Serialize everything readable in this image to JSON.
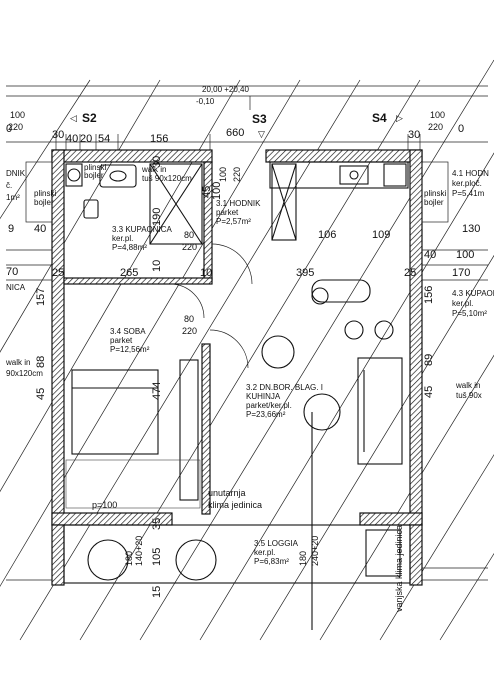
{
  "top_note": {
    "line1": "20,00 +20,40",
    "line2": "-0,10"
  },
  "sections": {
    "s2": "S2",
    "s3": "S3",
    "s4": "S4"
  },
  "doors": {
    "top_left_w": "100",
    "top_left_h": "220",
    "top_right_w": "100",
    "top_right_h": "220",
    "hodnik_w": "100",
    "hodnik_h": "220",
    "soba_w": "80",
    "soba_h": "220",
    "kup_w": "80",
    "kup_h": "220"
  },
  "dimensions": {
    "top_30_left": "30",
    "top_40": "40",
    "top_20": "20",
    "top_54": "54",
    "top_156": "156",
    "top_660": "660",
    "top_30_right": "30",
    "kitchen_106": "106",
    "kitchen_109": "109",
    "v_30": "30",
    "v_45": "45",
    "v_100": "100",
    "v_190": "190",
    "v_10": "10",
    "v_25_left": "25",
    "v_157": "157",
    "v_88": "88",
    "v_45_b": "45",
    "v_474": "474",
    "v_35": "35",
    "v_105": "105",
    "v_15": "15",
    "mid_265": "265",
    "mid_10": "10",
    "mid_395": "395",
    "right_25": "25",
    "right_156": "156",
    "right_89": "89",
    "right_45": "45",
    "left_9": "9",
    "left_40": "40",
    "left_70": "70",
    "right_130": "130",
    "right_40": "40",
    "right_100": "100",
    "right_170": "170",
    "right_0": "0",
    "left_0": "0",
    "loggia_w1": "180",
    "loggia_w2": "140+20",
    "loggia_w3": "180",
    "loggia_w4": "240+20",
    "p100": "p=100"
  },
  "rooms": {
    "hodnik_name": "3.1 HODNIK",
    "hodnik_floor": "parket",
    "hodnik_area": "P=2,57m²",
    "kup_name": "3.3 KUPAONICA",
    "kup_floor": "ker.pl.",
    "kup_area": "P=4,88m²",
    "soba_name": "3.4 SOBA",
    "soba_floor": "parket",
    "soba_area": "P=12,56m²",
    "dnevni_l1": "3.2 DN.BOR. BLAG. I",
    "dnevni_l2": "KUHINJA",
    "dnevni_floor": "parket/ker.pl.",
    "dnevni_area": "P=23,66m²",
    "loggia_name": "3.5 LOGGIA",
    "loggia_floor": "ker.pl.",
    "loggia_area": "P=6,83m²"
  },
  "fixtures": {
    "plinski": "plinski",
    "bojler": "bojler",
    "walk_in": "walk in",
    "tus": "tuš 90x120cm",
    "plinski_left": "plinski",
    "bojler_left": "bojler",
    "plinski_right": "plinski",
    "bojler_right": "bojler",
    "klima_unutarnja_1": "unutarnja",
    "klima_unutarnja_2": "klima jedinica",
    "klima_vanjska": "vanjska klima jedinica"
  },
  "neighbours": {
    "left_dnik": "DNIK",
    "left_c": "č.",
    "left_m": "1m²",
    "left_nica": "NICA",
    "left_walk": "walk in",
    "left_tus": "90x120cm",
    "right_hodn": "4.1 HODN",
    "right_ker": "ker.ploč.",
    "right_area": "P=5,41m",
    "right_kup": "4.3 KUPAON",
    "right_kerpl": "ker.pl.",
    "right_kuparea": "P=5,10m²",
    "right_walk": "walk in",
    "right_tus": "tuš 90x"
  }
}
